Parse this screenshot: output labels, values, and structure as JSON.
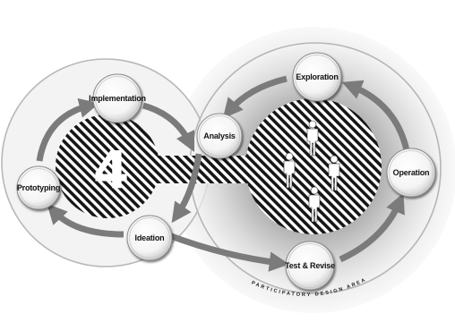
{
  "diagram": {
    "number": "4",
    "area_label": "PARTICIPATORY DESIGN AREA",
    "nodes": {
      "implementation": "Implementation",
      "prototyping": "Prototyping",
      "ideation": "Ideation",
      "analysis": "Analysis",
      "exploration": "Exploration",
      "operation": "Operation",
      "test_revise": "Test & Revise"
    }
  }
}
